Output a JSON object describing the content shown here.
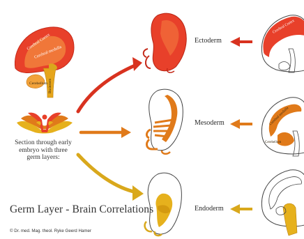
{
  "title": "Germ Layer - Brain Correlations",
  "caption": "Section through early embryo with three germ layers:",
  "copyright": "© Dr. med. Mag. theol. Ryke Geerd Hamer",
  "germ_layers": [
    {
      "name": "Ectoderm",
      "color": "#e8402a"
    },
    {
      "name": "Mesoderm",
      "color": "#e07a1a"
    },
    {
      "name": "Endoderm",
      "color": "#d9a81c"
    }
  ],
  "brain_labels": {
    "cerebral_cortex": "Cerebral Cortex",
    "cerebral_medulla": "Cerebral medulla",
    "cerebellum": "Cerebellum",
    "brainstem": "Brainstem"
  },
  "right_labels": {
    "cerebral_cortex": "Cerebral Cortex",
    "cerebral_medulla": "Cerebral medulla",
    "cerebellum": "Cerebellum"
  }
}
